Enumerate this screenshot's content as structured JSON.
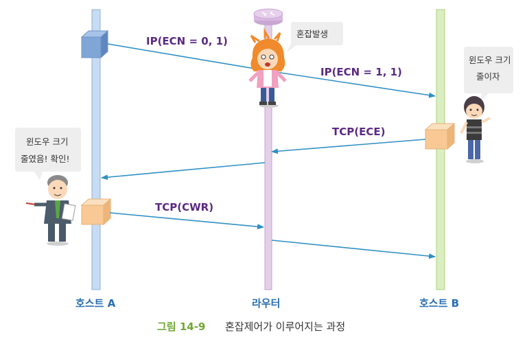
{
  "lanes": {
    "host_a": "호스트 A",
    "router": "라우터",
    "host_b": "호스트 B"
  },
  "messages": {
    "ip1": "IP(ECN = 0, 1)",
    "ip2": "IP(ECN = 1, 1)",
    "ece": "TCP(ECE)",
    "cwr": "TCP(CWR)"
  },
  "bubbles": {
    "router": "혼잡발생",
    "host_b_line1": "윈도우 크기",
    "host_b_line2": "줄이자",
    "host_a_line1": "윈도우 크기",
    "host_a_line2": "줄였음! 확인!"
  },
  "caption": {
    "number": "그림 14-9",
    "text": "혼잡제어가 이루어지는 과정"
  },
  "colors": {
    "host_a_line": "#b9d1ee",
    "router_line": "#dbc2e2",
    "host_b_line": "#cfe6b0",
    "arrow": "#2f8fc4",
    "packet_blue": "#7fa6d6",
    "packet_orange": "#f8c994",
    "label_purple": "#5a2a82",
    "lane_label_blue": "#2a6fb3",
    "caption_green": "#6fa832"
  }
}
